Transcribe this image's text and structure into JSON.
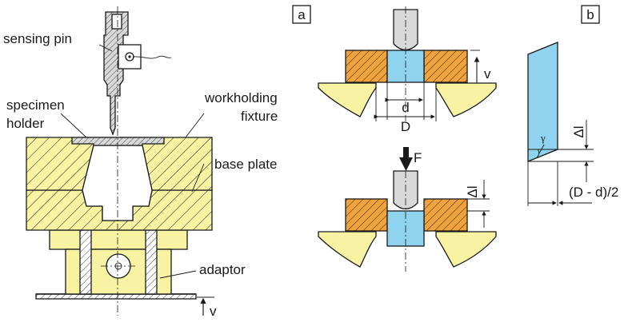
{
  "labels": {
    "sensing_pin": "sensing pin",
    "specimen_holder_line1": "specimen",
    "specimen_holder_line2": "holder",
    "workholding_line1": "workholding",
    "workholding_line2": "fixture",
    "base_plate": "base plate",
    "adaptor": "adaptor",
    "v_bottom": "v"
  },
  "panel_a": {
    "tag": "a",
    "v": "v",
    "d": "d",
    "D": "D",
    "F": "F",
    "delta_l": "Δl"
  },
  "panel_b": {
    "tag": "b",
    "gamma": "γ",
    "delta_l": "Δl",
    "formula": "(D - d)/2"
  },
  "colors": {
    "yellow": "#f7f3a3",
    "orange": "#f0a23c",
    "blue": "#8fd3ef",
    "steel": "#d9d9d9"
  }
}
